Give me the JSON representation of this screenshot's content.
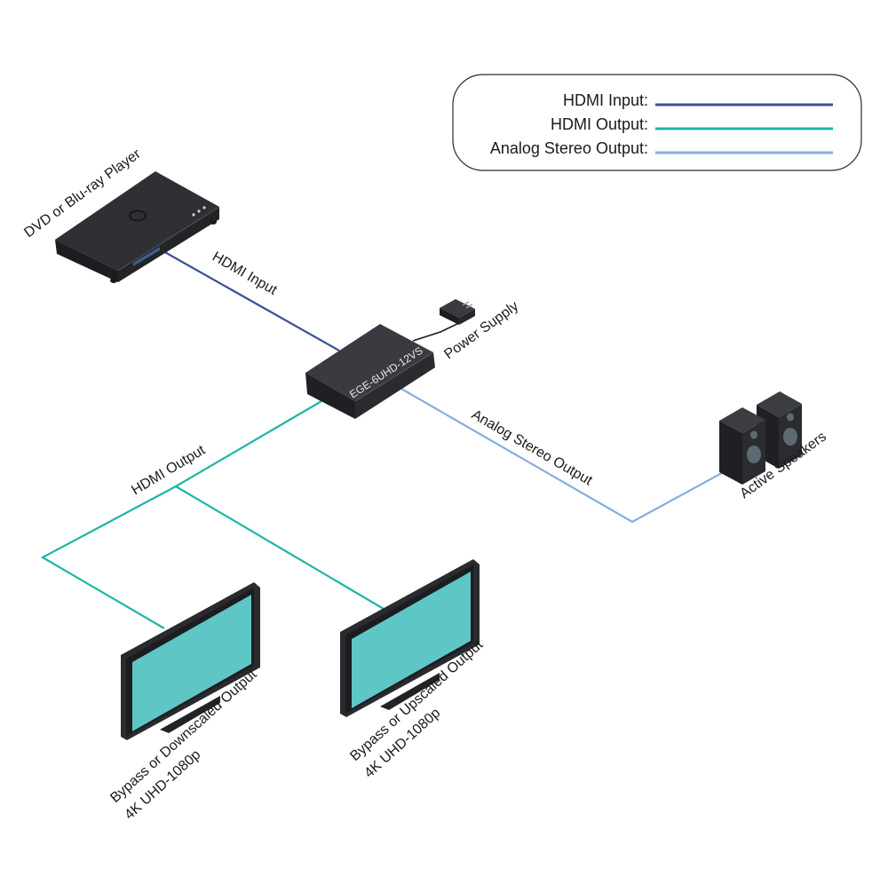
{
  "legend": {
    "hdmi_input": "HDMI Input:",
    "hdmi_output": "HDMI Output:",
    "analog_output": "Analog Stereo Output:"
  },
  "devices": {
    "player": "DVD or Blu-ray Player",
    "power_supply": "Power Supply",
    "device_model": "EGE-6UHD-12VS",
    "speakers": "Active Speakers",
    "tv_left_line1": "Bypass or Downscaled Output",
    "tv_left_line2": "4K UHD-1080p",
    "tv_right_line1": "Bypass or Upscaled Output",
    "tv_right_line2": "4K UHD-1080p"
  },
  "connections": {
    "hdmi_input": "HDMI Input",
    "hdmi_output": "HDMI Output",
    "analog_output": "Analog Stereo Output"
  },
  "colors": {
    "hdmi_input": "#3b4f9a",
    "hdmi_output": "#1fb5a3",
    "analog_output": "#86aede",
    "screen": "#5fc6c6",
    "device_dark": "#2b2d31"
  },
  "icons": [
    "dvd-player-icon",
    "power-supply-icon",
    "converter-box-icon",
    "speakers-icon",
    "tv-monitor-icon"
  ]
}
